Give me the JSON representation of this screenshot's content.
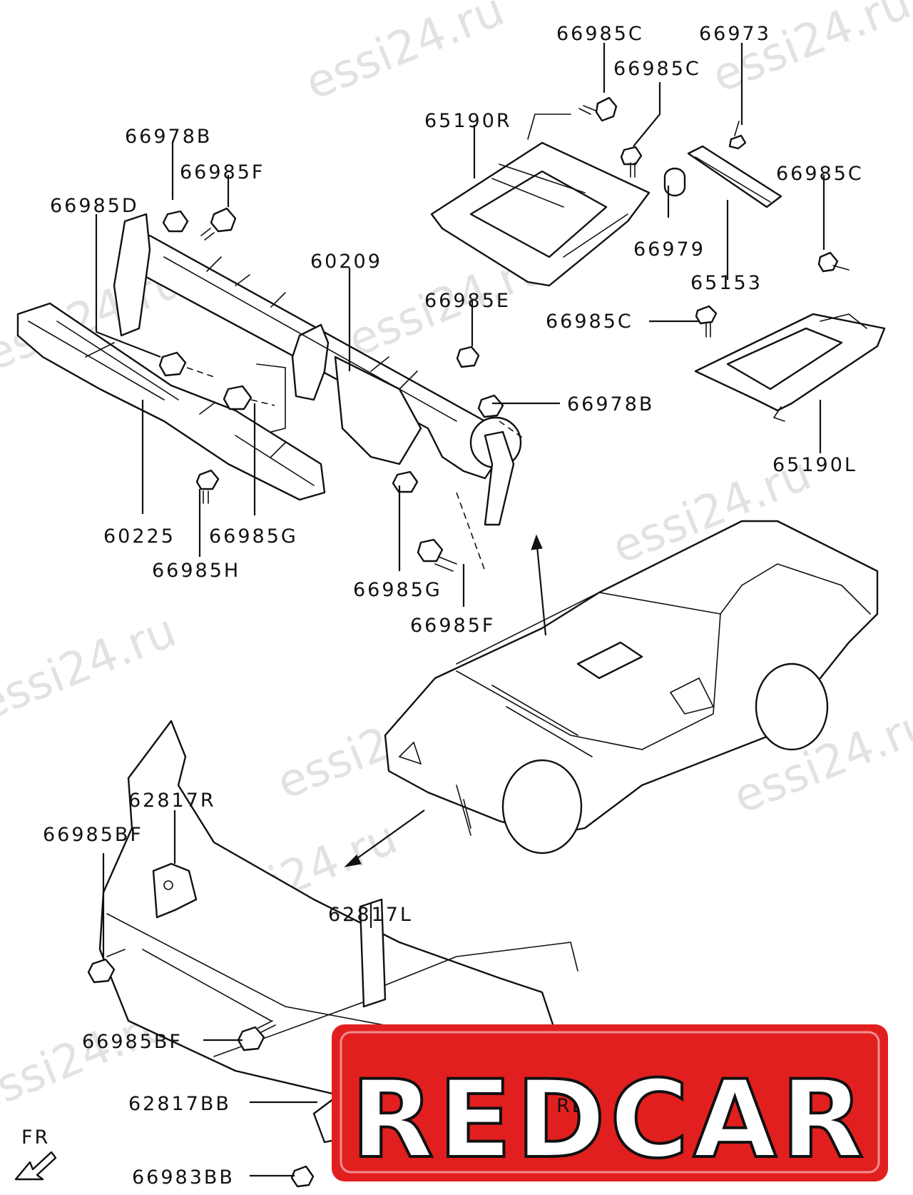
{
  "watermark": "essi24.ru",
  "brand": "REDCAR",
  "brand_color": "#e21f1f",
  "direction_label": "FR",
  "partial_label": "REF",
  "parts": {
    "p66985c_1": "66985C",
    "p66973": "66973",
    "p66985c_2": "66985C",
    "p65190r": "65190R",
    "p66978b_1": "66978B",
    "p66985f_1": "66985F",
    "p66985d": "66985D",
    "p66985c_3": "66985C",
    "p66979": "66979",
    "p60209": "60209",
    "p65153": "65153",
    "p66985e": "66985E",
    "p66985c_4": "66985C",
    "p66978b_2": "66978B",
    "p65190l": "65190L",
    "p60225": "60225",
    "p66985g_1": "66985G",
    "p66985h": "66985H",
    "p66985g_2": "66985G",
    "p66985f_2": "66985F",
    "p62817r": "62817R",
    "p66985bf_1": "66985BF",
    "p62817l": "62817L",
    "p66985bf_2": "66985BF",
    "p62817bb": "62817BB",
    "p66983bb": "66983BB"
  }
}
